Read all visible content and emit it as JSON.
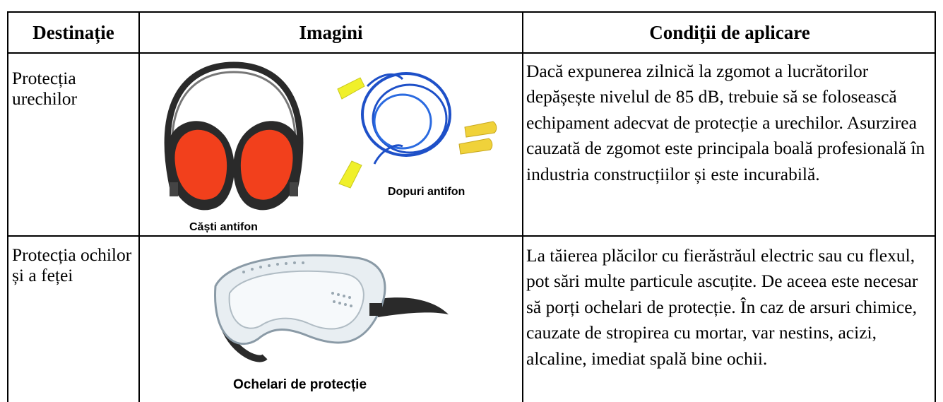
{
  "table": {
    "headers": [
      "Destinație",
      "Imagini",
      "Condiții de aplicare"
    ],
    "rows": [
      {
        "destination": "Protecția urechilor",
        "images": [
          {
            "icon": "earmuffs-icon",
            "caption": "Căști antifon"
          },
          {
            "icon": "earplugs-icon",
            "caption": "Dopuri antifon"
          }
        ],
        "conditions": "Dacă expunerea zilnică la zgomot a lucrătorilor depășește nivelul de 85 dB, trebuie să se folosească echipament adecvat de protecție a urechilor. Asurzirea cauzată de zgomot este principala boală profesională în industria construcțiilor și este incurabilă."
      },
      {
        "destination": "Protecția ochilor și a feței",
        "images": [
          {
            "icon": "safety-goggles-icon",
            "caption": "Ochelari de protecție"
          }
        ],
        "conditions": "La tăierea plăcilor cu fierăstrăul electric sau cu flexul, pot sări multe particule ascuțite. De aceea este necesar să porți ochelari de protecție. În caz de arsuri chimice, cauzate de stropirea cu mortar, var nestins, acizi, alcaline, imediat spală bine ochii."
      }
    ]
  },
  "colors": {
    "earmuff_cup": "#f2401c",
    "earmuff_band": "#2a2a2a",
    "earplug_foam": "#f0f02a",
    "earplug_cord": "#1e50c8"
  }
}
